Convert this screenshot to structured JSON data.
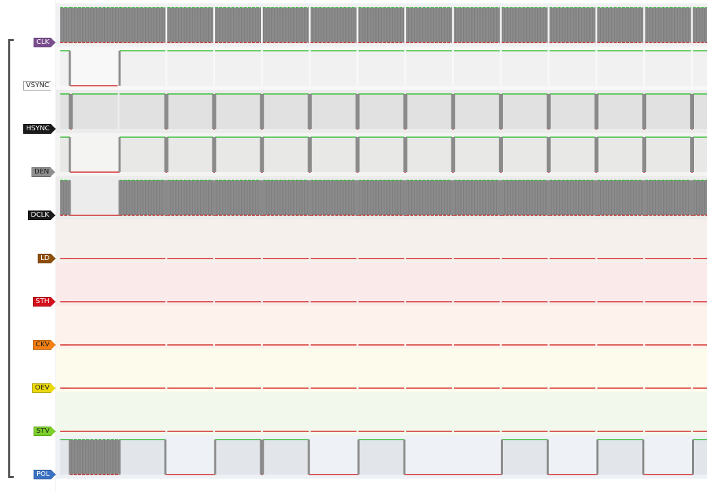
{
  "colors": {
    "high_line": "#11b511",
    "low_line": "#cc0000",
    "edge": "#8a8a8a",
    "clock_fill": "#8c8c8c"
  },
  "timeline": {
    "lines_visible": 13.53,
    "vsync_start": 0.2,
    "gap_width": 0.04
  },
  "signals": [
    {
      "label": "CLK",
      "label_bg": "#7b4f8e",
      "label_fg": "#ffffff",
      "label_border": "#5a3570",
      "band_bg": "#f1f1f3",
      "high_fill": "#e8e8e8",
      "prefix": "clk",
      "frame": "clk",
      "gap": "clk",
      "lines": [
        "clk",
        "clk",
        "clk",
        "clk",
        "clk",
        "clk",
        "clk",
        "clk",
        "clk",
        "clk",
        "clk",
        "clk",
        "clk"
      ]
    },
    {
      "label": "VSYNC",
      "label_bg": "#fafafa",
      "label_fg": "#222222",
      "label_border": "#999999",
      "band_bg": "#f8f8f8",
      "high_fill": "#f1f1f1",
      "prefix": 1,
      "frame": 0,
      "gap": 1,
      "lines": [
        1,
        1,
        1,
        1,
        1,
        1,
        1,
        1,
        1,
        1,
        1,
        1,
        1
      ],
      "frame_end": 1.2
    },
    {
      "label": "HSYNC",
      "label_bg": "#1a1a1a",
      "label_fg": "#ffffff",
      "label_border": "#000000",
      "band_bg": "#ececec",
      "high_fill": "#e1e1e1",
      "prefix": 1,
      "frame": 1,
      "gap": 0,
      "lines": [
        1,
        1,
        1,
        1,
        1,
        1,
        1,
        1,
        1,
        1,
        1,
        1,
        1
      ]
    },
    {
      "label": "DEN",
      "label_bg": "#8f8f8f",
      "label_fg": "#111111",
      "label_border": "#666666",
      "band_bg": "#f4f4f3",
      "high_fill": "#e8e8e6",
      "prefix": 1,
      "frame": 0,
      "gap": 0,
      "lines": [
        1,
        1,
        1,
        1,
        1,
        1,
        1,
        1,
        1,
        1,
        1,
        1,
        1
      ]
    },
    {
      "label": "DCLK",
      "label_bg": "#1a1a1a",
      "label_fg": "#ffffff",
      "label_border": "#000000",
      "band_bg": "#ececec",
      "high_fill": "#e8e8e8",
      "prefix": "clk",
      "frame": 0,
      "gap": 0,
      "lines": [
        "clk",
        "clk",
        "clk",
        "clk",
        "clk",
        "clk",
        "clk",
        "clk",
        "clk",
        "clk",
        "clk",
        "clk",
        "clk"
      ]
    },
    {
      "label": "LD",
      "label_bg": "#8f4f0c",
      "label_fg": "#ffffff",
      "label_border": "#6a3a08",
      "band_bg": "#f5f0eb",
      "high_fill": "#eee",
      "prefix": 0,
      "frame": 0,
      "gap": 0,
      "lines": [
        0,
        0,
        0,
        0,
        0,
        0,
        0,
        0,
        0,
        0,
        0,
        0,
        0
      ]
    },
    {
      "label": "STH",
      "label_bg": "#d4101c",
      "label_fg": "#ffffff",
      "label_border": "#a00010",
      "band_bg": "#faeaea",
      "high_fill": "#eee",
      "prefix": 0,
      "frame": 0,
      "gap": 0,
      "lines": [
        0,
        0,
        0,
        0,
        0,
        0,
        0,
        0,
        0,
        0,
        0,
        0,
        0
      ]
    },
    {
      "label": "CKV",
      "label_bg": "#f57f12",
      "label_fg": "#222222",
      "label_border": "#c06008",
      "band_bg": "#fdf3ec",
      "high_fill": "#eee",
      "prefix": 0,
      "frame": 0,
      "gap": 0,
      "lines": [
        0,
        0,
        0,
        0,
        0,
        0,
        0,
        0,
        0,
        0,
        0,
        0,
        0
      ]
    },
    {
      "label": "OEV",
      "label_bg": "#ecd90c",
      "label_fg": "#222222",
      "label_border": "#b8a800",
      "band_bg": "#fdfcec",
      "high_fill": "#eee",
      "prefix": 0,
      "frame": 0,
      "gap": 0,
      "lines": [
        0,
        0,
        0,
        0,
        0,
        0,
        0,
        0,
        0,
        0,
        0,
        0,
        0
      ]
    },
    {
      "label": "STV",
      "label_bg": "#7dd02a",
      "label_fg": "#222222",
      "label_border": "#4f9a10",
      "band_bg": "#f3f8ec",
      "high_fill": "#eee",
      "prefix": 0,
      "frame": 0,
      "gap": 0,
      "lines": [
        0,
        0,
        0,
        0,
        0,
        0,
        0,
        0,
        0,
        0,
        0,
        0,
        0
      ]
    },
    {
      "label": "POL",
      "label_bg": "#3c72c2",
      "label_fg": "#ffffff",
      "label_border": "#204f96",
      "band_bg": "#eef1f6",
      "high_fill": "#e2e5ea",
      "prefix": 1,
      "frame": "clk",
      "gap": 0,
      "lines": [
        1,
        0,
        1,
        1,
        0,
        1,
        0,
        0,
        1,
        0,
        1,
        0,
        1
      ]
    }
  ]
}
